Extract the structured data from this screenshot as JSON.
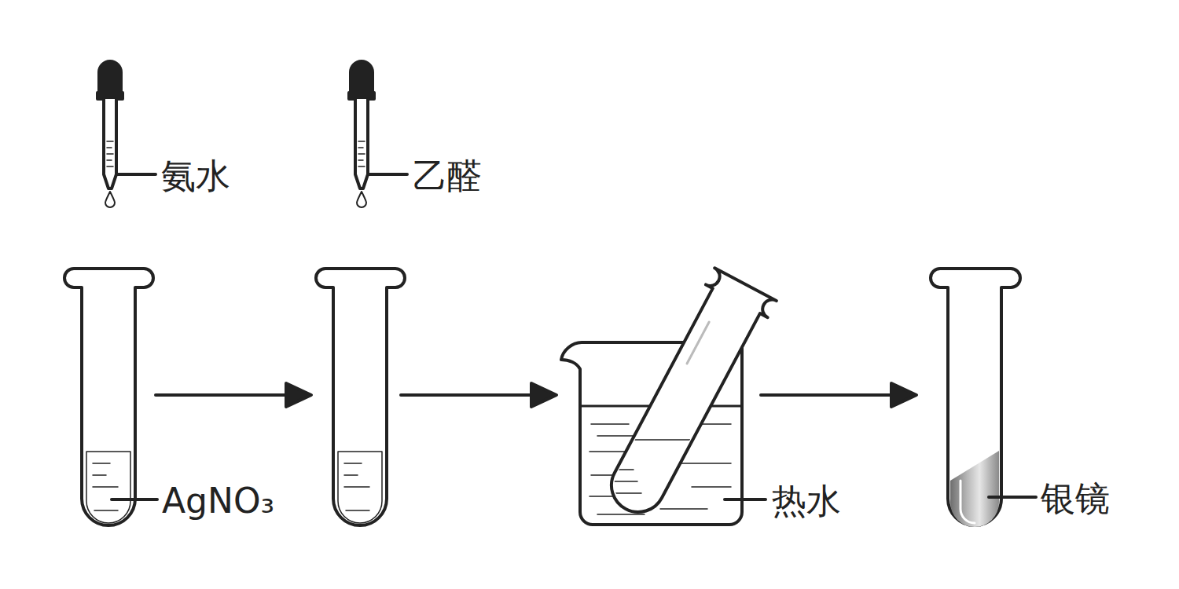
{
  "diagram": {
    "labels": [
      "氨水",
      "乙醛",
      "AgNO₃",
      "热水",
      "银镜"
    ]
  }
}
